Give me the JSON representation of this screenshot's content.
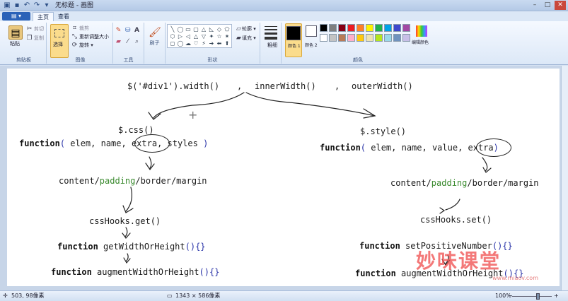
{
  "window": {
    "title": "无标题 - 画图",
    "controls": {
      "minimize": "–",
      "maximize": "□",
      "close": "✕"
    }
  },
  "tabs": {
    "app_menu": "▤ ▾",
    "home": "主页",
    "view": "查看"
  },
  "ribbon": {
    "clipboard": {
      "paste": "粘贴",
      "cut": "剪切",
      "copy": "复制",
      "label": "剪贴板"
    },
    "image": {
      "select": "选择",
      "crop": "裁剪",
      "resize": "重新调整大小",
      "rotate": "旋转 ▾",
      "label": "图像"
    },
    "tools": {
      "label": "工具"
    },
    "brushes": {
      "label": "刷子"
    },
    "shapes": {
      "outline": "轮廓 ▾",
      "fill": "填充 ▾",
      "label": "形状"
    },
    "size": {
      "label": "粗细"
    },
    "colors": {
      "color1": "颜色 1",
      "color2": "颜色 2",
      "edit": "编辑颜色",
      "label": "颜色"
    }
  },
  "palette": [
    "#000000",
    "#7f7f7f",
    "#880015",
    "#ed1c24",
    "#ff7f27",
    "#fff200",
    "#22b14c",
    "#00a2e8",
    "#3f48cc",
    "#a349a4",
    "#ffffff",
    "#c3c3c3",
    "#b97a57",
    "#ffaec9",
    "#ffc90e",
    "#efe4b0",
    "#b5e61d",
    "#99d9ea",
    "#7092be",
    "#c8bfe7"
  ],
  "canvas_text": {
    "top": {
      "sel": "$('#div1').width()",
      "comma1": ",",
      "inner": "innerWidth()",
      "comma2": ",",
      "outer": "outerWidth()"
    },
    "left": {
      "css": "$.css()",
      "fn_kw": "function",
      "fn_open": "(",
      "fn_args": " elem, name, ",
      "fn_extra": "extra",
      "fn_rest": ",  styles ",
      "fn_close": ")",
      "box_a": "content/",
      "box_b": "padding",
      "box_c": "/border/margin",
      "hooks": "cssHooks.get()",
      "f2_kw": "function",
      "f2_name": " getWidthOrHeight",
      "f2_paren": "()",
      "f2_brace": "{}",
      "f3_kw": "function",
      "f3_name": " augmentWidthOrHeight",
      "f3_paren": "()",
      "f3_brace": "{}"
    },
    "right": {
      "style": "$.style()",
      "fn_kw": "function",
      "fn_open": "(",
      "fn_args": " elem, name, value, ",
      "fn_extra": "extra",
      "fn_close": ")",
      "box_a": "content/",
      "box_b": "padding",
      "box_c": "/border/margin",
      "hooks": "cssHooks.set()",
      "f2_kw": "function",
      "f2_name": " setPositiveNumber",
      "f2_paren": "()",
      "f2_brace": "{}",
      "f3_kw": "function",
      "f3_name": " augmentWidthOrHeight",
      "f3_paren": "()",
      "f3_brace": "{}"
    }
  },
  "watermark": {
    "text": "妙味课堂",
    "url": "www.miaov.com"
  },
  "status": {
    "cursor_pos": "503, 98像素",
    "image_size": "1343 × 586像素",
    "zoom": "100%",
    "zoom_out": "−",
    "zoom_in": "+"
  }
}
